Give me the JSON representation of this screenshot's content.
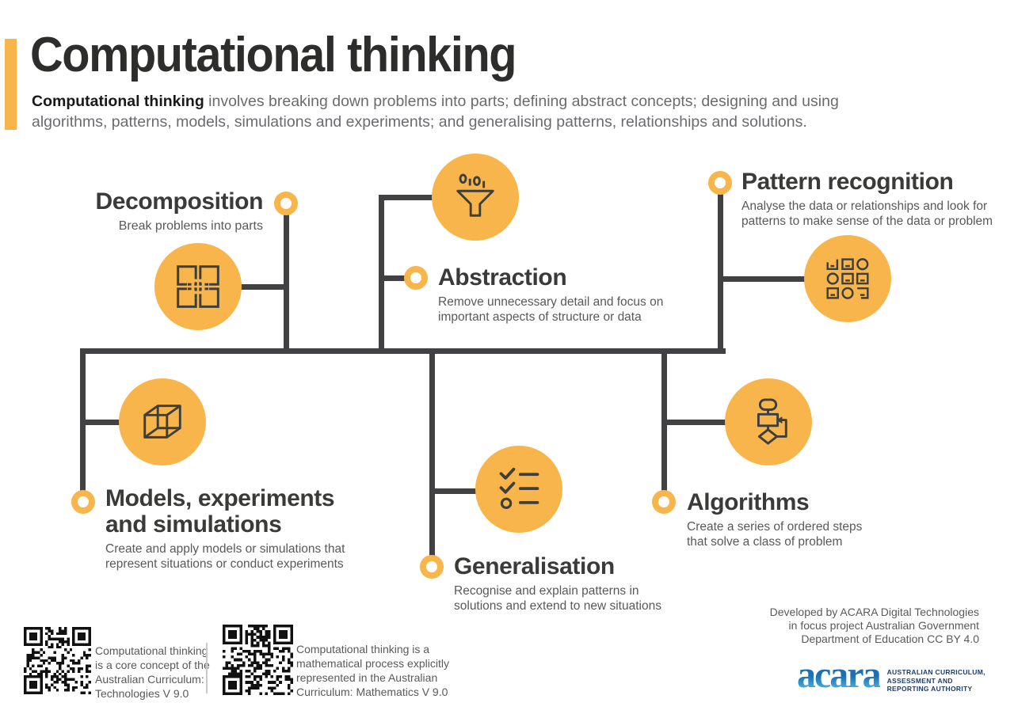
{
  "page": {
    "title": "Computational thinking"
  },
  "intro": {
    "bold": "Computational thinking",
    "line1_rest": " involves breaking down problems into parts; defining abstract concepts; designing and using",
    "line2": "algorithms, patterns, models, simulations and experiments; and generalising patterns, relationships and solutions."
  },
  "nodes": {
    "decomposition": {
      "title": "Decomposition",
      "desc_lines": [
        "Break problems into parts"
      ]
    },
    "abstraction": {
      "title": "Abstraction",
      "desc_lines": [
        "Remove unnecessary detail and focus on",
        "important aspects of structure or data"
      ]
    },
    "pattern_recognition": {
      "title": "Pattern recognition",
      "desc_lines": [
        "Analyse the data or relationships and look for",
        "patterns to make sense of the data or problem"
      ]
    },
    "models": {
      "title_lines": [
        "Models, experiments",
        "and simulations"
      ],
      "desc_lines": [
        "Create and apply models or simulations that",
        "represent situations or conduct experiments"
      ]
    },
    "generalisation": {
      "title": "Generalisation",
      "desc_lines": [
        "Recognise and explain patterns in",
        "solutions and extend to new situations"
      ]
    },
    "algorithms": {
      "title": "Algorithms",
      "desc_lines": [
        "Create a series of ordered steps",
        "that solve a class of problem"
      ]
    }
  },
  "footer": {
    "qr_left_caption_lines": [
      "Computational thinking",
      "is a core concept of the",
      "Australian Curriculum:",
      "Technologies V 9.0"
    ],
    "qr_right_caption_lines": [
      "Computational thinking is a",
      "mathematical process explicitly",
      "represented in the Australian",
      "Curriculum: Mathematics V 9.0"
    ],
    "attribution_lines": [
      "Developed by ACARA Digital Technologies",
      "in focus project Australian Government",
      "Department of Education CC BY 4.0"
    ],
    "logo": {
      "wordmark": "acara",
      "tagline_lines": [
        "AUSTRALIAN CURRICULUM,",
        "ASSESSMENT AND",
        "REPORTING AUTHORITY"
      ]
    }
  },
  "colors": {
    "amber": "#F7B54B",
    "connector": "#414042",
    "heading_text": "#3A3A39",
    "body_text": "#58595B",
    "intro_text": "#6A6B6E",
    "title_text": "#2D2D2C",
    "acara_blue": "#1B75BC",
    "acara_light_blue": "#56BBE4",
    "acara_navy": "#1F3E6D"
  },
  "icons": [
    "decomposition-squares-icon",
    "abstraction-funnel-icon",
    "pattern-grid-icon",
    "models-cube-icon",
    "generalisation-checklist-icon",
    "algorithms-flowchart-icon",
    "node-ring-icon",
    "qr-code"
  ]
}
